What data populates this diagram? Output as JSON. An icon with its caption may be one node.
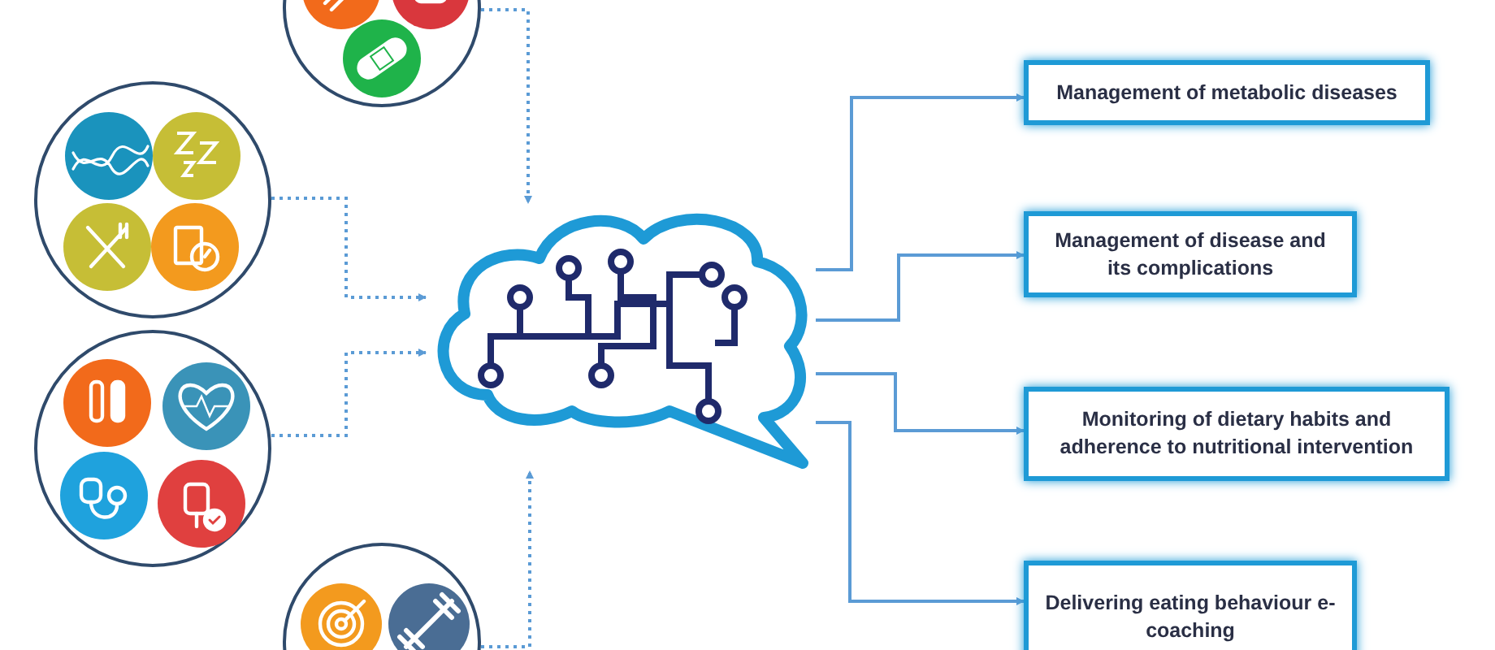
{
  "diagram": {
    "nodes": [
      {
        "text": [],
        "shape": "circle"
      },
      {
        "text": [],
        "shape": "circle"
      },
      {
        "text": [],
        "shape": "circle"
      },
      {
        "text": [],
        "shape": "circle"
      },
      {
        "text": [],
        "shape": "cloud"
      },
      {
        "text": [
          "Management of metabolic diseases"
        ]
      },
      {
        "text": [
          "Management of disease and its complications"
        ]
      },
      {
        "text": [
          "Monitoring of dietary habits and adherence to nutritional intervention"
        ]
      },
      {
        "text": [
          "Delivering eating behaviour e-coaching"
        ]
      }
    ],
    "edges": [
      {
        "from": 0,
        "to": 4,
        "arrow": "to",
        "style": "dashed"
      },
      {
        "from": 1,
        "to": 4,
        "arrow": "to",
        "style": "dashed"
      },
      {
        "from": 2,
        "to": 4,
        "arrow": "to",
        "style": "dashed"
      },
      {
        "from": 3,
        "to": 4,
        "arrow": "to",
        "style": "dashed"
      },
      {
        "from": 4,
        "to": 5,
        "arrow": "to"
      },
      {
        "from": 4,
        "to": 6,
        "arrow": "to"
      },
      {
        "from": 4,
        "to": 7,
        "arrow": "to"
      },
      {
        "from": 4,
        "to": 8,
        "arrow": "to"
      }
    ]
  }
}
